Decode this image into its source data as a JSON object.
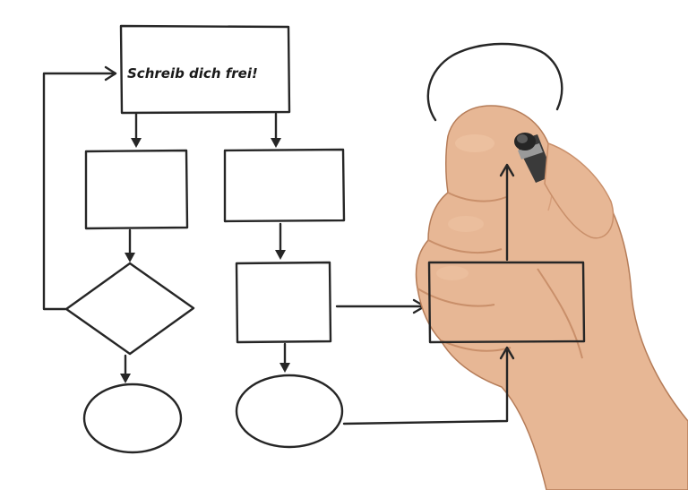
{
  "diagram": {
    "title_box_text": "Schreib dich frei!",
    "colors": {
      "ink": "#262626",
      "background": "#ffffff",
      "skin": "#e7b795",
      "skin_shadow": "#c98f6a",
      "marker_body": "#3a3a3a",
      "marker_tip": "#5a5a5a"
    },
    "nodes": [
      {
        "id": "start",
        "shape": "rectangle",
        "label": "Schreib dich frei!"
      },
      {
        "id": "left-process",
        "shape": "rectangle",
        "label": ""
      },
      {
        "id": "decision",
        "shape": "diamond",
        "label": ""
      },
      {
        "id": "left-terminal",
        "shape": "ellipse",
        "label": ""
      },
      {
        "id": "right-process-1",
        "shape": "rectangle",
        "label": ""
      },
      {
        "id": "right-process-2",
        "shape": "rectangle",
        "label": ""
      },
      {
        "id": "right-terminal",
        "shape": "ellipse",
        "label": ""
      },
      {
        "id": "target-box",
        "shape": "rectangle",
        "label": ""
      },
      {
        "id": "open-ellipse",
        "shape": "ellipse",
        "label": ""
      }
    ],
    "edges": [
      {
        "from": "start",
        "to": "left-process"
      },
      {
        "from": "start",
        "to": "right-process-1"
      },
      {
        "from": "left-process",
        "to": "decision"
      },
      {
        "from": "decision",
        "to": "left-terminal"
      },
      {
        "from": "decision",
        "to": "start",
        "note": "loop back"
      },
      {
        "from": "right-process-1",
        "to": "right-process-2"
      },
      {
        "from": "right-process-2",
        "to": "right-terminal"
      },
      {
        "from": "right-process-2",
        "to": "target-box"
      },
      {
        "from": "right-terminal",
        "to": "target-box"
      },
      {
        "from": "target-box",
        "to": "open-ellipse"
      }
    ]
  }
}
